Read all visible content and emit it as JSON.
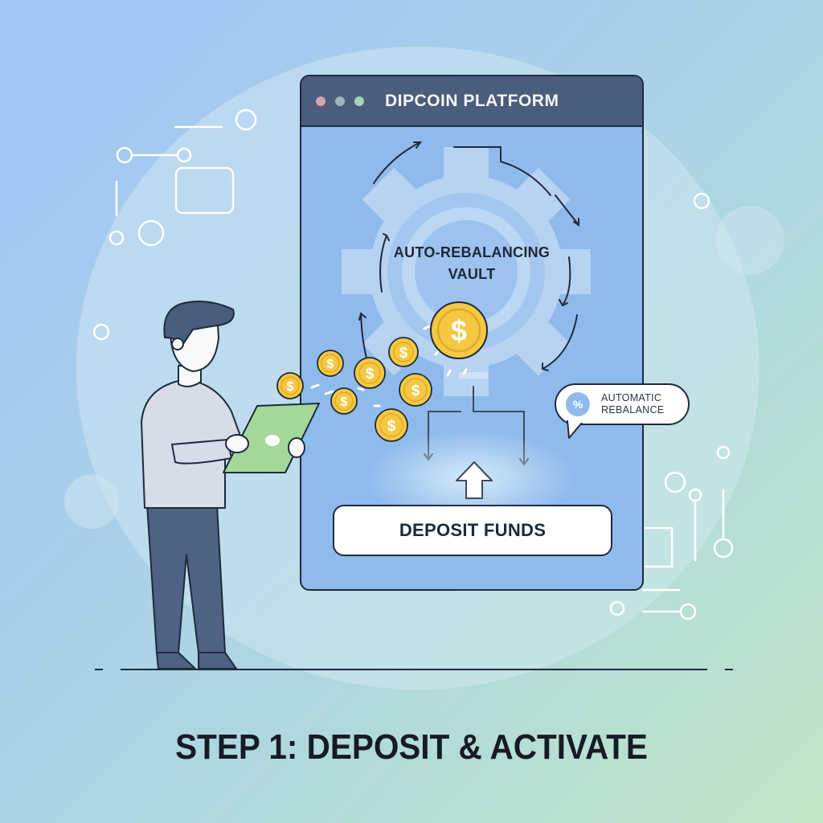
{
  "window": {
    "title": "DIPCOIN PLATFORM",
    "traffic_lights": [
      "#d9a5ad",
      "#9fb5bd",
      "#a6d4b9"
    ]
  },
  "vault": {
    "label_line1": "AUTO-REBALANCING",
    "label_line2": "VAULT",
    "icon": "gear-icon",
    "coin_symbol": "$"
  },
  "deposit_button": {
    "label": "DEPOSIT FUNDS",
    "arrow_icon": "arrow-up-icon"
  },
  "callout": {
    "icon_text": "%",
    "line1": "AUTOMATIC",
    "line2": "REBALANCE"
  },
  "coins": {
    "symbol": "$",
    "count": 9,
    "color": "#f5c842"
  },
  "heading": {
    "text": "STEP 1: DEPOSIT & ACTIVATE"
  },
  "colors": {
    "window_body": "#8fbbec",
    "titlebar": "#4a5d7c",
    "outline": "#1f2a3d",
    "coin": "#f5c842",
    "tablet": "#a4d99a",
    "pants": "#4f6283",
    "shirt": "#d6dde8"
  }
}
